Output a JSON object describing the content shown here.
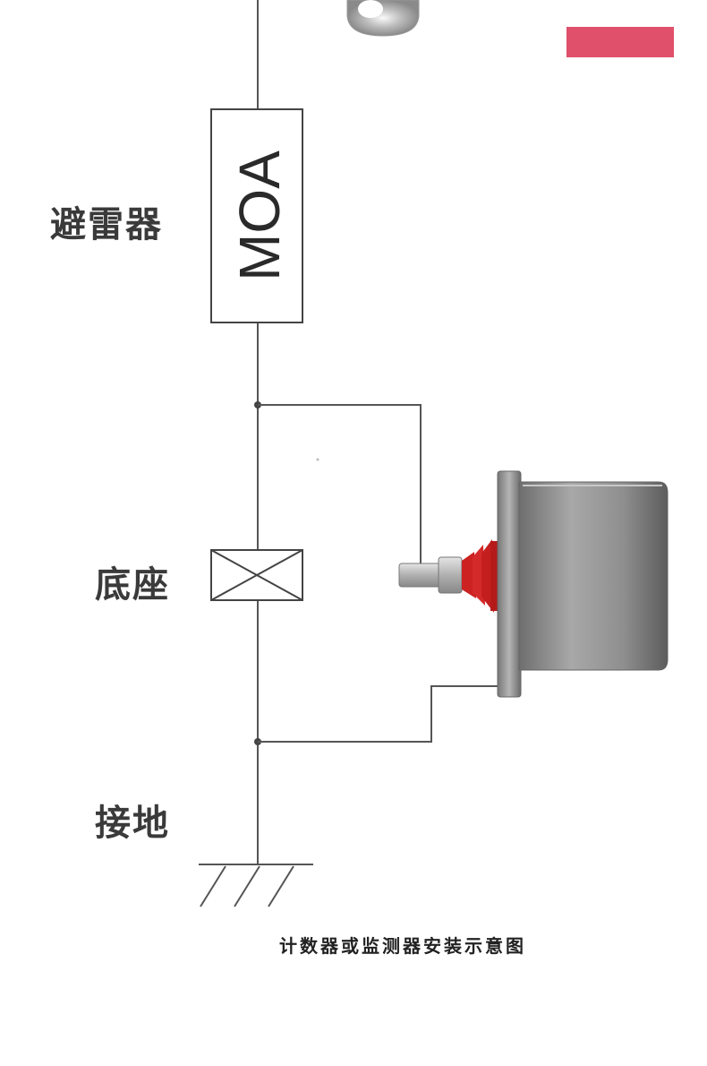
{
  "labels": {
    "arrester": "避雷器",
    "base": "底座",
    "ground": "接地",
    "moa": "MOA"
  },
  "caption": "计数器或监测器安装示意图",
  "colors": {
    "accent_bar": "#e0506a",
    "line": "#555555",
    "insulator": "#cc2222",
    "body_gray": "#8a8a8a"
  },
  "icons": {
    "device": "counter-monitor-icon",
    "ground": "ground-symbol-icon",
    "base": "base-cross-box-icon"
  }
}
